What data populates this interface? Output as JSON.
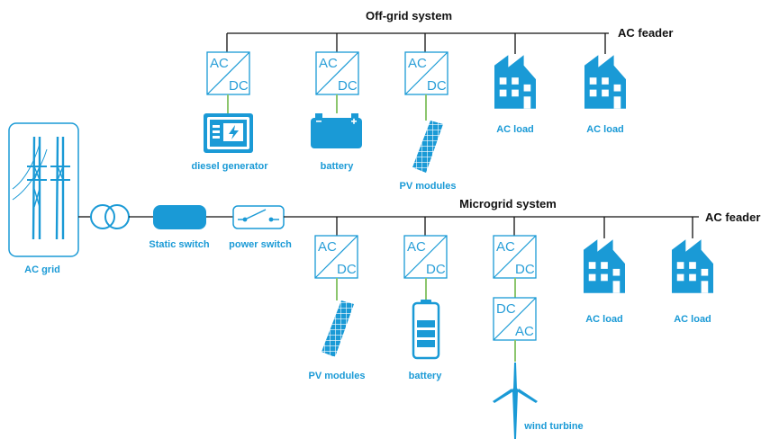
{
  "offgrid": {
    "title": "Off-grid system",
    "feeder_label": "AC feader",
    "converters": [
      {
        "top": "AC",
        "bottom": "DC"
      },
      {
        "top": "AC",
        "bottom": "DC"
      },
      {
        "top": "AC",
        "bottom": "DC"
      }
    ],
    "sources": [
      "diesel generator",
      "battery",
      "PV modules"
    ],
    "loads": [
      "AC load",
      "AC load"
    ]
  },
  "grid": {
    "ac_grid_label": "AC grid",
    "static_switch_label": "Static switch",
    "power_switch_label": "power switch"
  },
  "microgrid": {
    "title": "Microgrid system",
    "feeder_label": "AC feader",
    "converters": [
      {
        "top": "AC",
        "bottom": "DC"
      },
      {
        "top": "AC",
        "bottom": "DC"
      },
      {
        "top": "AC",
        "bottom": "DC"
      },
      {
        "top": "DC",
        "bottom": "AC"
      }
    ],
    "sources": [
      "PV modules",
      "battery",
      "wind turbine"
    ],
    "loads": [
      "AC load",
      "AC load"
    ]
  },
  "colors": {
    "accent": "#1a9ad6",
    "link": "#8cc66e",
    "bus": "#111111"
  }
}
